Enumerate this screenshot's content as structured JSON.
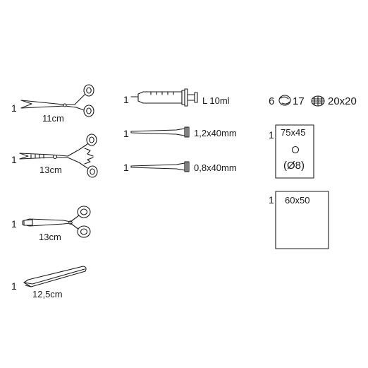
{
  "instruments": {
    "scissors": {
      "qty": "1",
      "size": "11cm",
      "icon": "scissors-icon"
    },
    "forceps": {
      "qty": "1",
      "size": "13cm",
      "icon": "hemostat-forceps-icon"
    },
    "needle_holder": {
      "qty": "1",
      "size": "13cm",
      "icon": "needle-holder-icon"
    },
    "tweezers": {
      "qty": "1",
      "size": "12,5cm",
      "icon": "tweezers-icon"
    }
  },
  "syringe": {
    "qty": "1",
    "label": "L 10ml",
    "icon": "syringe-icon"
  },
  "needles": [
    {
      "qty": "1",
      "size": "1,2x40mm",
      "icon": "needle-icon"
    },
    {
      "qty": "1",
      "size": "0,8x40mm",
      "icon": "needle-icon"
    }
  ],
  "swabs": {
    "qty": "6",
    "ball_size": "17",
    "gauze_size": "20x20",
    "ball_icon": "cotton-ball-icon",
    "gauze_icon": "gauze-pad-icon"
  },
  "drapes": [
    {
      "qty": "1",
      "size": "75x45",
      "hole": "(Ø8)",
      "icon": "fenestrated-drape-icon"
    },
    {
      "qty": "1",
      "size": "60x50",
      "icon": "drape-icon"
    }
  ]
}
